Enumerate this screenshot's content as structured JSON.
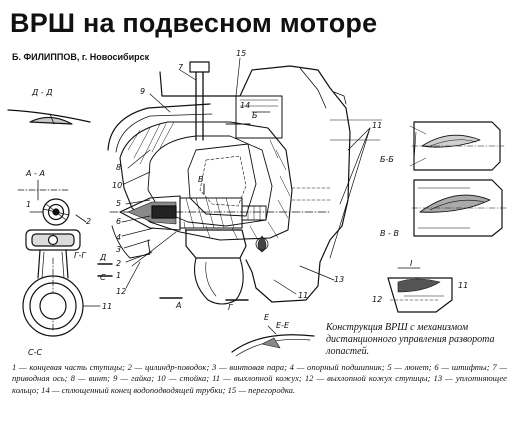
{
  "article": {
    "title": "ВРШ на подвесном моторе",
    "byline": "Б. ФИЛИППОВ, г. Новосибирск",
    "caption": "Конструкция ВРШ с механизмом дистанционного управления разворота лопастей.",
    "legend": "1 — концевая часть ступицы; 2 — цилиндр-поводок; 3 — винтовая пара; 4 — опорный подшипник; 5 — люнет; 6 — штифты; 7 — приводная ось; 8 — винт; 9 — гайка; 10 — стойка; 11 — выхлопной кожух; 12 — выхлопной кожух ступицы; 13 — уплотняющее кольцо; 14 — сплющенный конец водоподводящей трубки; 15 — перегородка."
  },
  "diagram": {
    "section_labels": {
      "dd": "Д - Д",
      "aa": "А - А",
      "gg": "Г-Г",
      "ss": "С-С",
      "bb": "Б-Б",
      "vv": "В - В",
      "ee": "Е-Е",
      "one": "I"
    },
    "callouts": {
      "n1": "1",
      "n2": "2",
      "n3": "3",
      "n4": "4",
      "n5": "5",
      "n6": "6",
      "n7": "7",
      "n8": "8",
      "n9": "9",
      "n10": "10",
      "n11": "11",
      "n12": "12",
      "n13": "13",
      "n14": "14",
      "n15": "15"
    },
    "view_markers": {
      "a": "А",
      "b": "Б",
      "v": "В",
      "g": "Г",
      "e": "Е",
      "d": "Д",
      "s": "С"
    }
  }
}
